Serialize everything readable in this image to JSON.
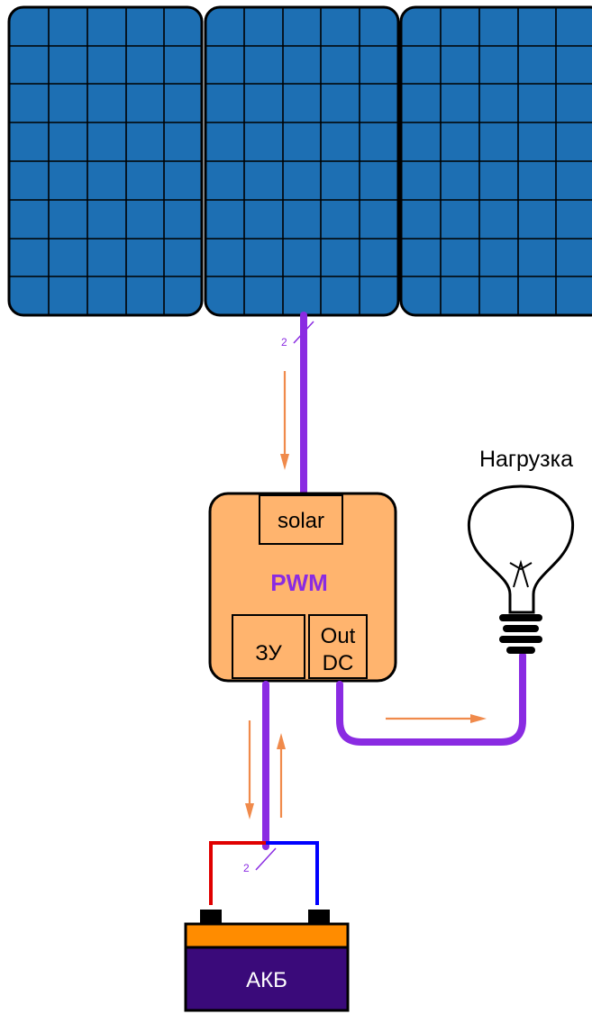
{
  "panels": {
    "count": 3,
    "color": "#1d6fb3"
  },
  "wire_color": "#8a2be2",
  "arrow_color": "#f08a4b",
  "cable_marks": {
    "top": "2",
    "bottom": "2"
  },
  "controller": {
    "title": "PWM",
    "title_color": "#8a2be2",
    "fill": "#ffb46e",
    "solar_label": "solar",
    "charger_label": "ЗУ",
    "out_label_line1": "Out",
    "out_label_line2": "DC"
  },
  "load": {
    "label": "Нагрузка"
  },
  "battery": {
    "label": "АКБ",
    "body_color": "#3a0a7a",
    "lid_color": "#ff8c00",
    "positive_wire_color": "#e00000",
    "negative_wire_color": "#0000ff"
  }
}
